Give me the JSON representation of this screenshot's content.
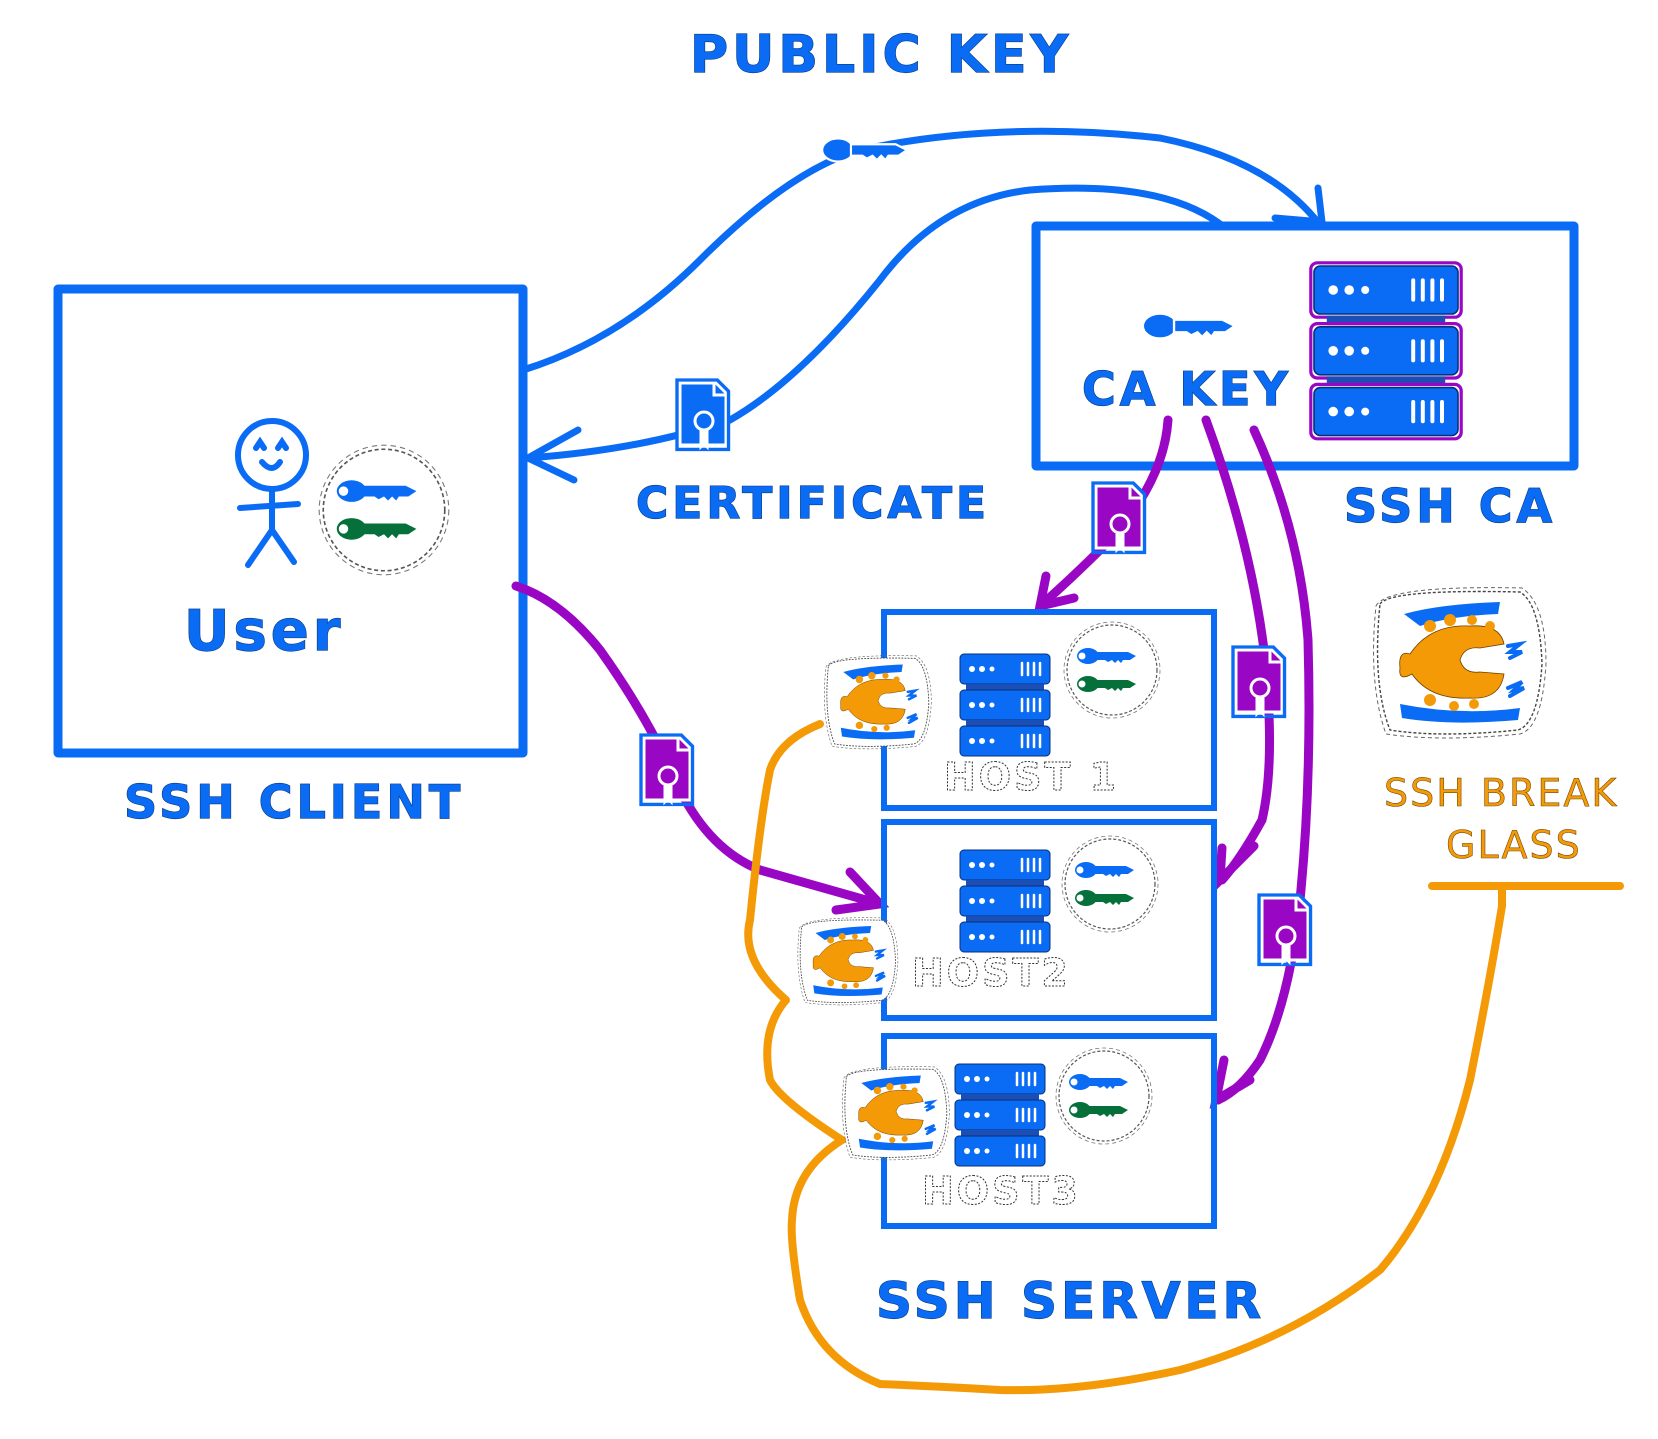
{
  "title": "PUBLIC KEY",
  "colors": {
    "blue": "#0a6cf5",
    "purple": "#9a07c4",
    "orange": "#f59a07",
    "green": "#05703a"
  },
  "nodes": {
    "client": {
      "label": "SSH CLIENT",
      "user_label": "User",
      "icons": [
        "stick-figure-icon",
        "public-key-icon",
        "private-key-icon"
      ]
    },
    "ca": {
      "label": "SSH CA",
      "key_label": "CA KEY",
      "icons": [
        "ca-key-icon",
        "server-stack-icon"
      ]
    },
    "server": {
      "label": "SSH SERVER",
      "hosts": [
        {
          "label": "HOST 1"
        },
        {
          "label": "HOST2"
        },
        {
          "label": "HOST3"
        }
      ]
    },
    "break_glass": {
      "label_line1": "SSH BREAK",
      "label_line2": "GLASS"
    }
  },
  "edges": [
    {
      "from": "client",
      "to": "ca",
      "label": "PUBLIC KEY",
      "color": "blue",
      "icon": "key-icon"
    },
    {
      "from": "ca",
      "to": "client",
      "label": "CERTIFICATE",
      "color": "blue",
      "icon": "certificate-icon"
    },
    {
      "from": "client",
      "to": "host2",
      "color": "purple",
      "icon": "certificate-icon"
    },
    {
      "from": "ca",
      "to": "host1",
      "color": "purple",
      "icon": "certificate-icon"
    },
    {
      "from": "ca",
      "to": "host2",
      "color": "purple",
      "icon": "certificate-icon"
    },
    {
      "from": "ca",
      "to": "host3",
      "color": "purple",
      "icon": "certificate-icon"
    },
    {
      "from": "break_glass",
      "to": "hosts",
      "color": "orange",
      "icon": "break-glass-icon"
    }
  ],
  "labels": {
    "certificate": "CERTIFICATE"
  }
}
